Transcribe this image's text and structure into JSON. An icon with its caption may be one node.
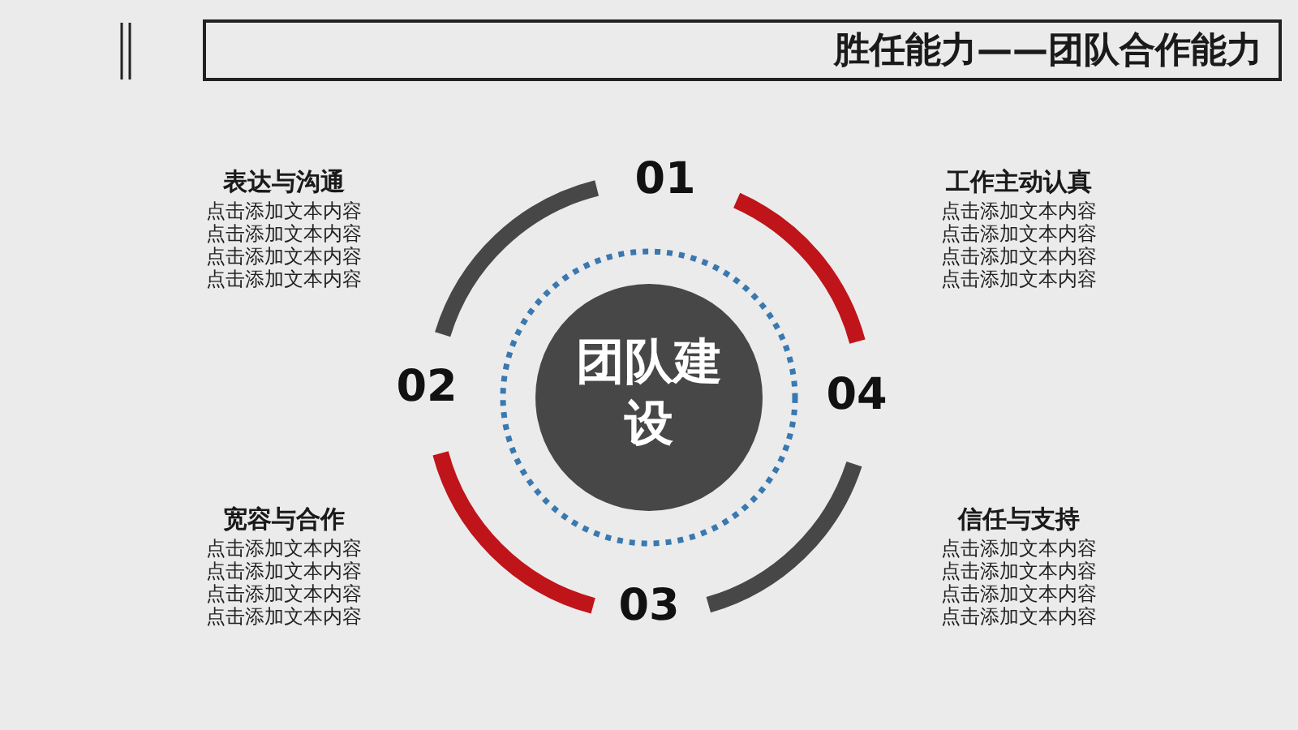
{
  "diagram": {
    "title": "胜任能力——团队合作能力",
    "nodes": [
      {
        "text": [
          "团队建设"
        ]
      }
    ],
    "labels": [
      "表达与沟通",
      "点击添加文本内容",
      "点击添加文本内容",
      "点击添加文本内容",
      "点击添加文本内容",
      "01",
      "工作主动认真",
      "点击添加文本内容",
      "点击添加文本内容",
      "点击添加文本内容",
      "点击添加文本内容",
      "02",
      "04",
      "宽容与合作",
      "点击添加文本内容",
      "点击添加文本内容",
      "点击添加文本内容",
      "点击添加文本内容",
      "信任与支持",
      "点击添加文本内容",
      "点击添加文本内容",
      "点击添加文本内容",
      "点击添加文本内容",
      "03"
    ]
  }
}
